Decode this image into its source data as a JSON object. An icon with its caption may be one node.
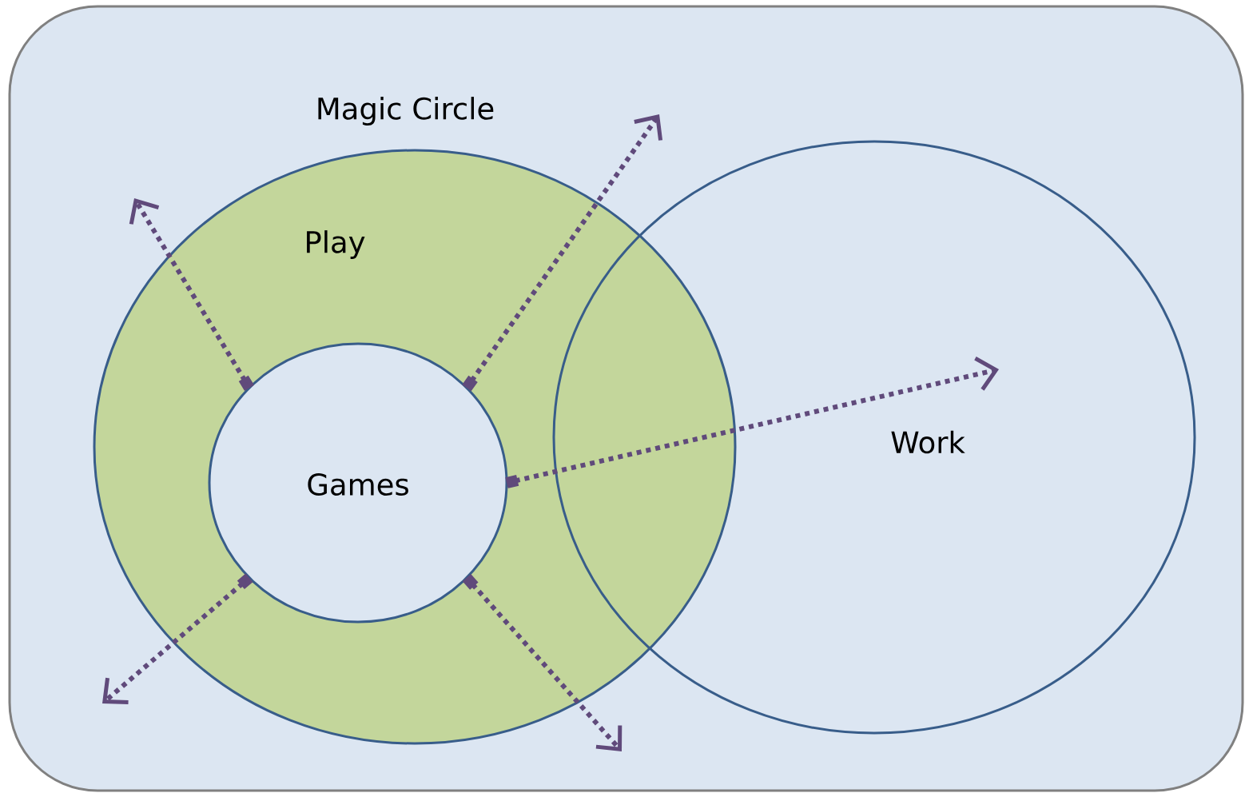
{
  "diagram": {
    "nodes": [
      {
        "text": [
          "Magic Circle",
          "Play"
        ]
      },
      {
        "text": [
          "Games"
        ],
        "in": 0
      },
      {
        "text": [
          "Work"
        ]
      }
    ],
    "edges": [
      {
        "from": 1,
        "to": null,
        "arrow": "to",
        "style": "dashed"
      },
      {
        "from": 1,
        "to": null,
        "arrow": "to",
        "style": "dashed"
      },
      {
        "from": 1,
        "to": null,
        "arrow": "to",
        "style": "dashed"
      },
      {
        "from": 1,
        "to": null,
        "arrow": "to",
        "style": "dashed"
      },
      {
        "from": 1,
        "to": 2,
        "arrow": "to",
        "style": "dashed"
      }
    ]
  }
}
